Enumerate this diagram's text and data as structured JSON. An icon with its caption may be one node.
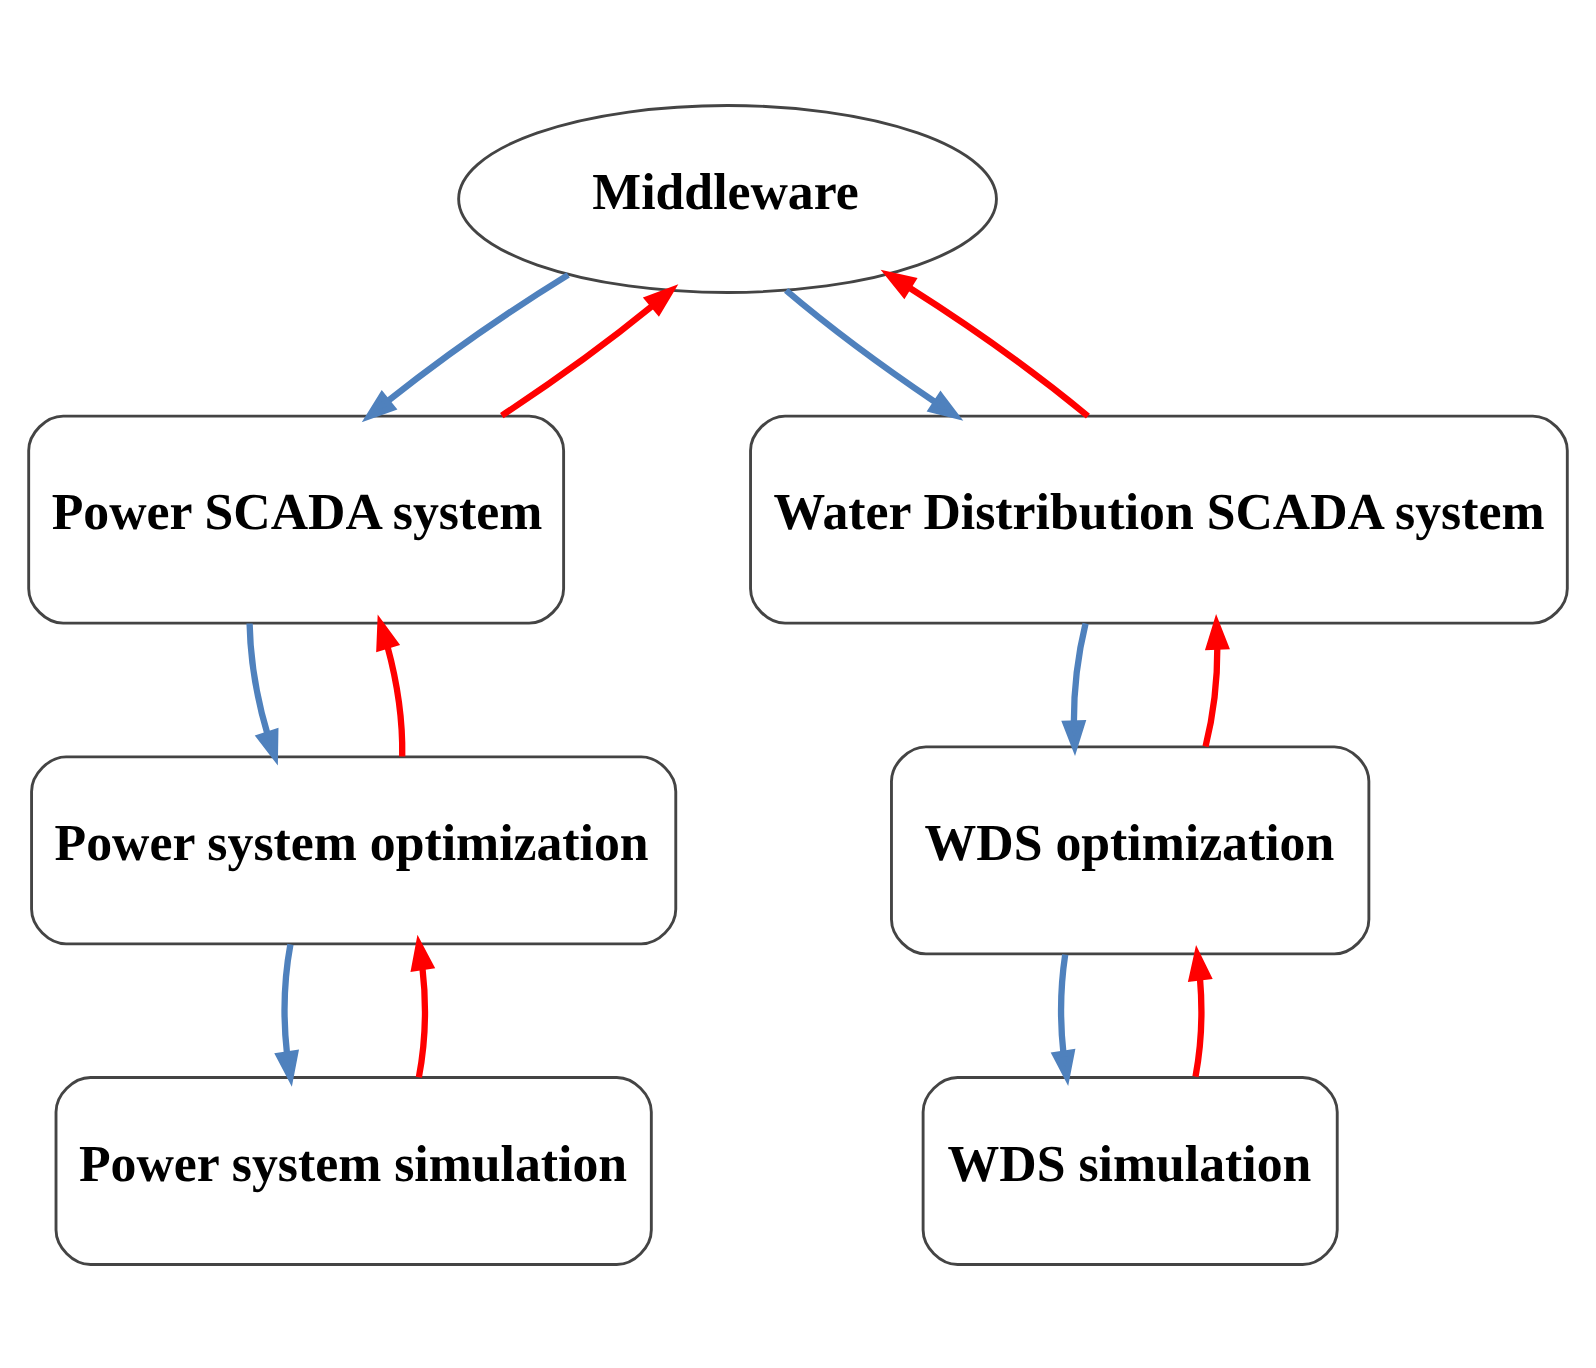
{
  "diagram": {
    "nodes": [
      {
        "text": [
          "Middleware"
        ]
      },
      {
        "text": [
          "Power SCADA system"
        ]
      },
      {
        "text": [
          "Water Distribution SCADA system"
        ]
      },
      {
        "text": [
          "Power system optimization"
        ]
      },
      {
        "text": [
          "WDS optimization"
        ]
      },
      {
        "text": [
          "Power system simulation"
        ]
      },
      {
        "text": [
          "WDS simulation"
        ]
      }
    ],
    "edges": [
      {
        "from": 0,
        "to": 1,
        "arrow": "to",
        "color": "#4f81bd"
      },
      {
        "from": 1,
        "to": 0,
        "arrow": "to",
        "color": "#ff0000"
      },
      {
        "from": 0,
        "to": 2,
        "arrow": "to",
        "color": "#4f81bd"
      },
      {
        "from": 2,
        "to": 0,
        "arrow": "to",
        "color": "#ff0000"
      },
      {
        "from": 1,
        "to": 3,
        "arrow": "to",
        "color": "#4f81bd"
      },
      {
        "from": 3,
        "to": 1,
        "arrow": "to",
        "color": "#ff0000"
      },
      {
        "from": 2,
        "to": 4,
        "arrow": "to",
        "color": "#4f81bd"
      },
      {
        "from": 4,
        "to": 2,
        "arrow": "to",
        "color": "#ff0000"
      },
      {
        "from": 3,
        "to": 5,
        "arrow": "to",
        "color": "#4f81bd"
      },
      {
        "from": 5,
        "to": 3,
        "arrow": "to",
        "color": "#ff0000"
      },
      {
        "from": 4,
        "to": 6,
        "arrow": "to",
        "color": "#4f81bd"
      },
      {
        "from": 6,
        "to": 4,
        "arrow": "to",
        "color": "#ff0000"
      }
    ]
  }
}
